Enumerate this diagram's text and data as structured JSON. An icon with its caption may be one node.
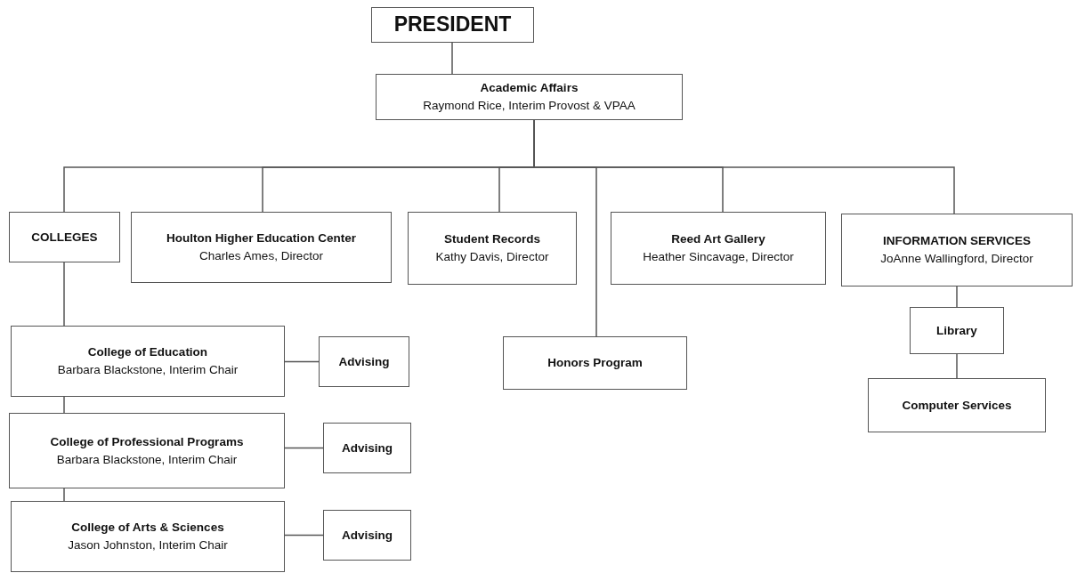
{
  "diagram": {
    "nodes": [
      {
        "text": [
          "PRESIDENT"
        ]
      },
      {
        "text": [
          "Academic Affairs",
          "Raymond Rice, Interim Provost & VPAA"
        ]
      },
      {
        "text": [
          "COLLEGES"
        ]
      },
      {
        "text": [
          "Houlton Higher Education Center",
          "Charles Ames, Director"
        ]
      },
      {
        "text": [
          "Student Records",
          "Kathy Davis, Director"
        ]
      },
      {
        "text": [
          "Reed Art Gallery",
          "Heather Sincavage, Director"
        ]
      },
      {
        "text": [
          "INFORMATION SERVICES",
          "JoAnne Wallingford, Director"
        ]
      },
      {
        "text": [
          "College of Education",
          "Barbara Blackstone, Interim Chair"
        ]
      },
      {
        "text": [
          "Advising"
        ]
      },
      {
        "text": [
          "Honors Program"
        ]
      },
      {
        "text": [
          "Library"
        ]
      },
      {
        "text": [
          "College of Professional Programs",
          "Barbara Blackstone, Interim Chair"
        ]
      },
      {
        "text": [
          "Advising"
        ]
      },
      {
        "text": [
          "Computer Services"
        ]
      },
      {
        "text": [
          "College of Arts & Sciences",
          "Jason Johnston, Interim Chair"
        ]
      },
      {
        "text": [
          "Advising"
        ]
      }
    ],
    "edges": [
      {
        "from": 0,
        "to": 1,
        "arrow": "none"
      },
      {
        "from": 1,
        "to": 2,
        "arrow": "none"
      },
      {
        "from": 1,
        "to": 3,
        "arrow": "none"
      },
      {
        "from": 1,
        "to": 4,
        "arrow": "none"
      },
      {
        "from": 1,
        "to": 9,
        "arrow": "none"
      },
      {
        "from": 1,
        "to": 5,
        "arrow": "none"
      },
      {
        "from": 1,
        "to": 6,
        "arrow": "none"
      },
      {
        "from": 2,
        "to": 7,
        "arrow": "none"
      },
      {
        "from": 7,
        "to": 8,
        "arrow": "none"
      },
      {
        "from": 7,
        "to": 11,
        "arrow": "none"
      },
      {
        "from": 11,
        "to": 12,
        "arrow": "none"
      },
      {
        "from": 11,
        "to": 14,
        "arrow": "none"
      },
      {
        "from": 14,
        "to": 15,
        "arrow": "none"
      },
      {
        "from": 6,
        "to": 10,
        "arrow": "none"
      },
      {
        "from": 10,
        "to": 13,
        "arrow": "none"
      }
    ]
  }
}
